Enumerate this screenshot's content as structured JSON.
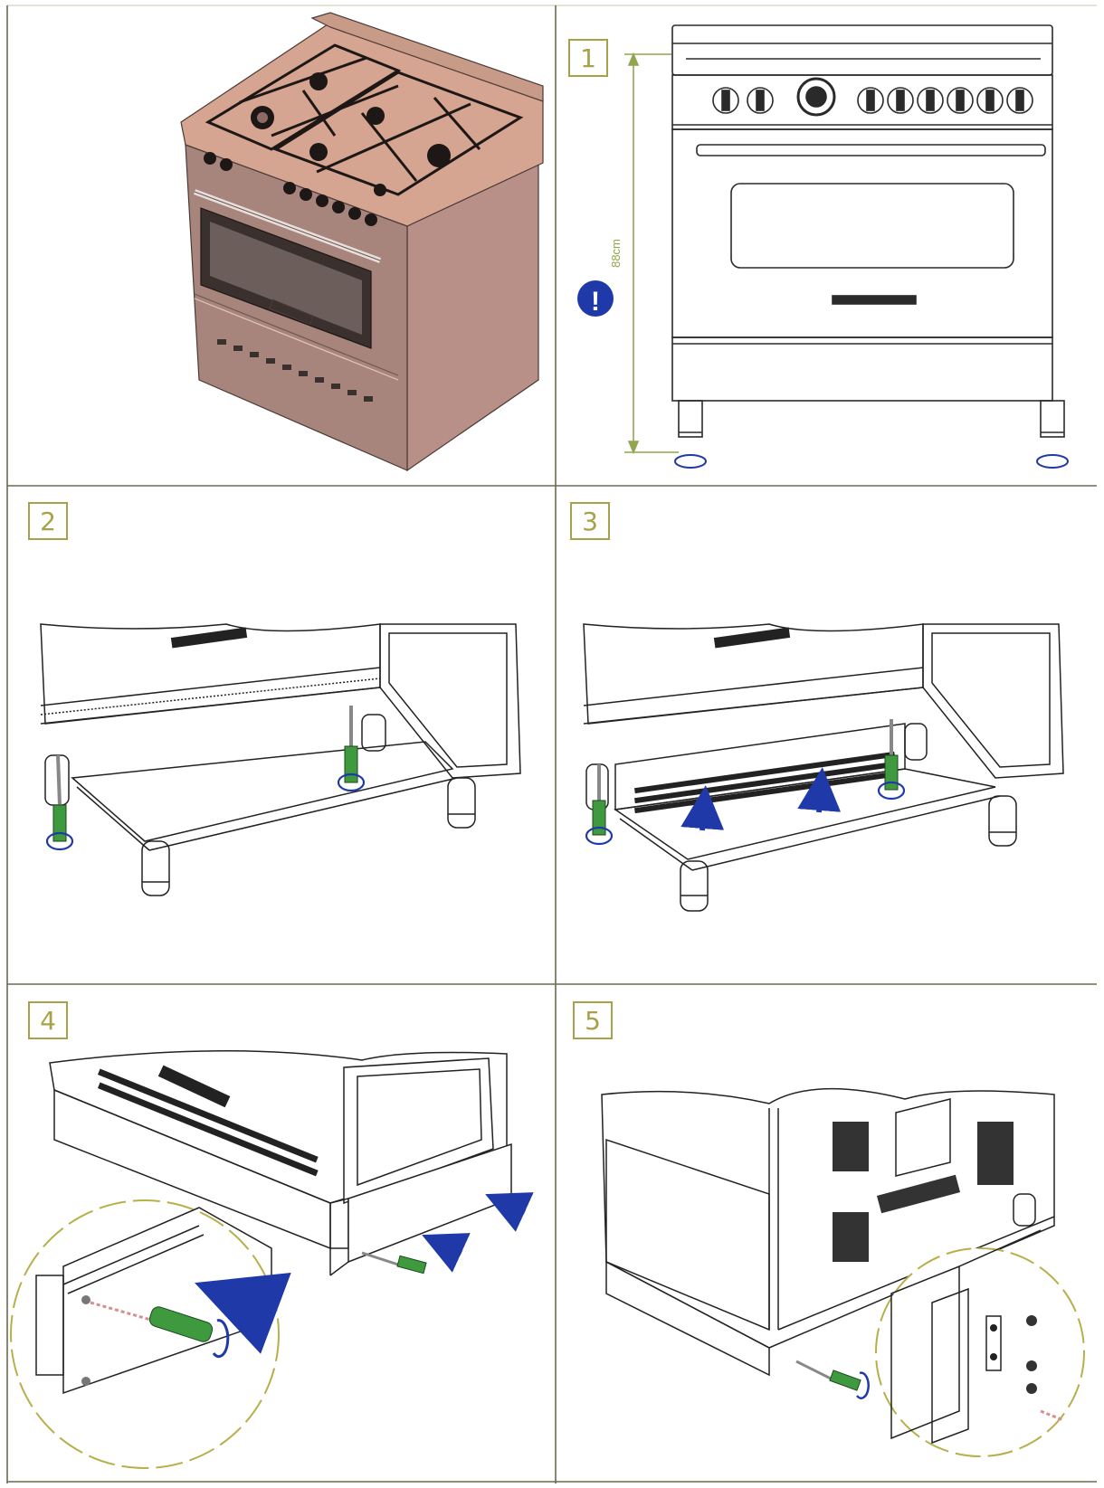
{
  "steps": [
    {
      "number": "1"
    },
    {
      "number": "2"
    },
    {
      "number": "3"
    },
    {
      "number": "4"
    },
    {
      "number": "5"
    }
  ],
  "step1": {
    "height_label": "88cm",
    "warning_symbol": "!"
  },
  "colors": {
    "frame": "#6b6b4f",
    "step_box": "#a7a24a",
    "cooker_body": "#a8857c",
    "cooker_top": "#d6a592",
    "arrow_blue": "#1f3aa8",
    "screwdriver_green": "#3f9a3f",
    "dimension_green": "#8fa64a",
    "detail_circle": "#b7b04a"
  },
  "icons": [
    "warning-icon",
    "screwdriver-icon",
    "rotate-arrow-icon",
    "push-arrow-icon",
    "screw-icon"
  ]
}
